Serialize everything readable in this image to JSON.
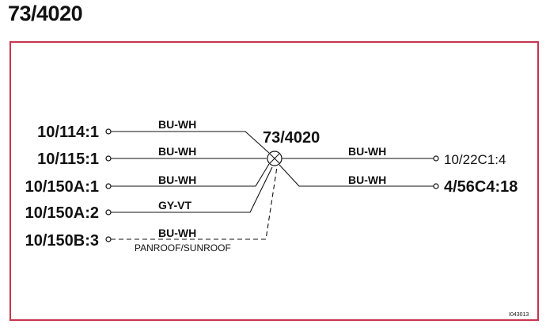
{
  "title": "73/4020",
  "splice": {
    "label": "73/4020"
  },
  "left_connectors": [
    {
      "label": "10/114:1",
      "wire": "BU-WH"
    },
    {
      "label": "10/115:1",
      "wire": "BU-WH"
    },
    {
      "label": "10/150A:1",
      "wire": "BU-WH"
    },
    {
      "label": "10/150A:2",
      "wire": "GY-VT"
    },
    {
      "label": "10/150B:3",
      "wire": "BU-WH",
      "note": "PANROOF/SUNROOF",
      "optional": true
    }
  ],
  "right_connectors": [
    {
      "label": "10/22C1:4",
      "wire": "BU-WH"
    },
    {
      "label": "4/56C4:18",
      "wire": "BU-WH"
    }
  ],
  "figure_id": "I043013",
  "colors": {
    "frame": "#c8334f",
    "line": "#111111"
  }
}
